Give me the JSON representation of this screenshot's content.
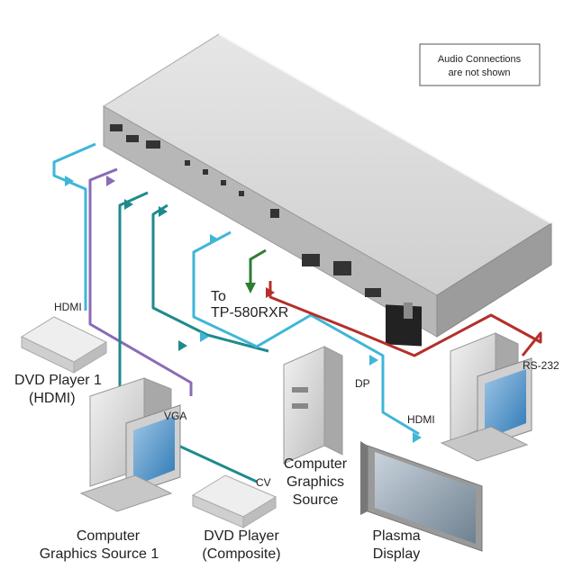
{
  "note": {
    "line1": "Audio Connections",
    "line2": "are not shown"
  },
  "labels": {
    "hdmi_top": "HDMI",
    "dvd1_line1": "DVD Player 1",
    "dvd1_line2": "(HDMI)",
    "vga": "VGA",
    "to_line1": "To",
    "to_line2": "TP-580RXR",
    "dp": "DP",
    "cv": "CV",
    "comp_src_line1": "Computer",
    "comp_src_line2": "Graphics",
    "comp_src_line3": "Source",
    "hdmi_plasma": "HDMI",
    "rs232": "RS-232",
    "comp1_line1": "Computer",
    "comp1_line2": "Graphics Source 1",
    "dvd_comp_line1": "DVD Player",
    "dvd_comp_line2": "(Composite)",
    "plasma_line1": "Plasma",
    "plasma_line2": "Display"
  },
  "colors": {
    "hdmi_cable": "#3fb6d8",
    "vga_cable": "#8a6bb5",
    "cv_cable": "#1f8a8e",
    "dp_cable": "#3fb6d8",
    "rs232_cable": "#b3302a",
    "tp_arrow": "#2e7d32",
    "device_body": "#d9d9d9"
  }
}
